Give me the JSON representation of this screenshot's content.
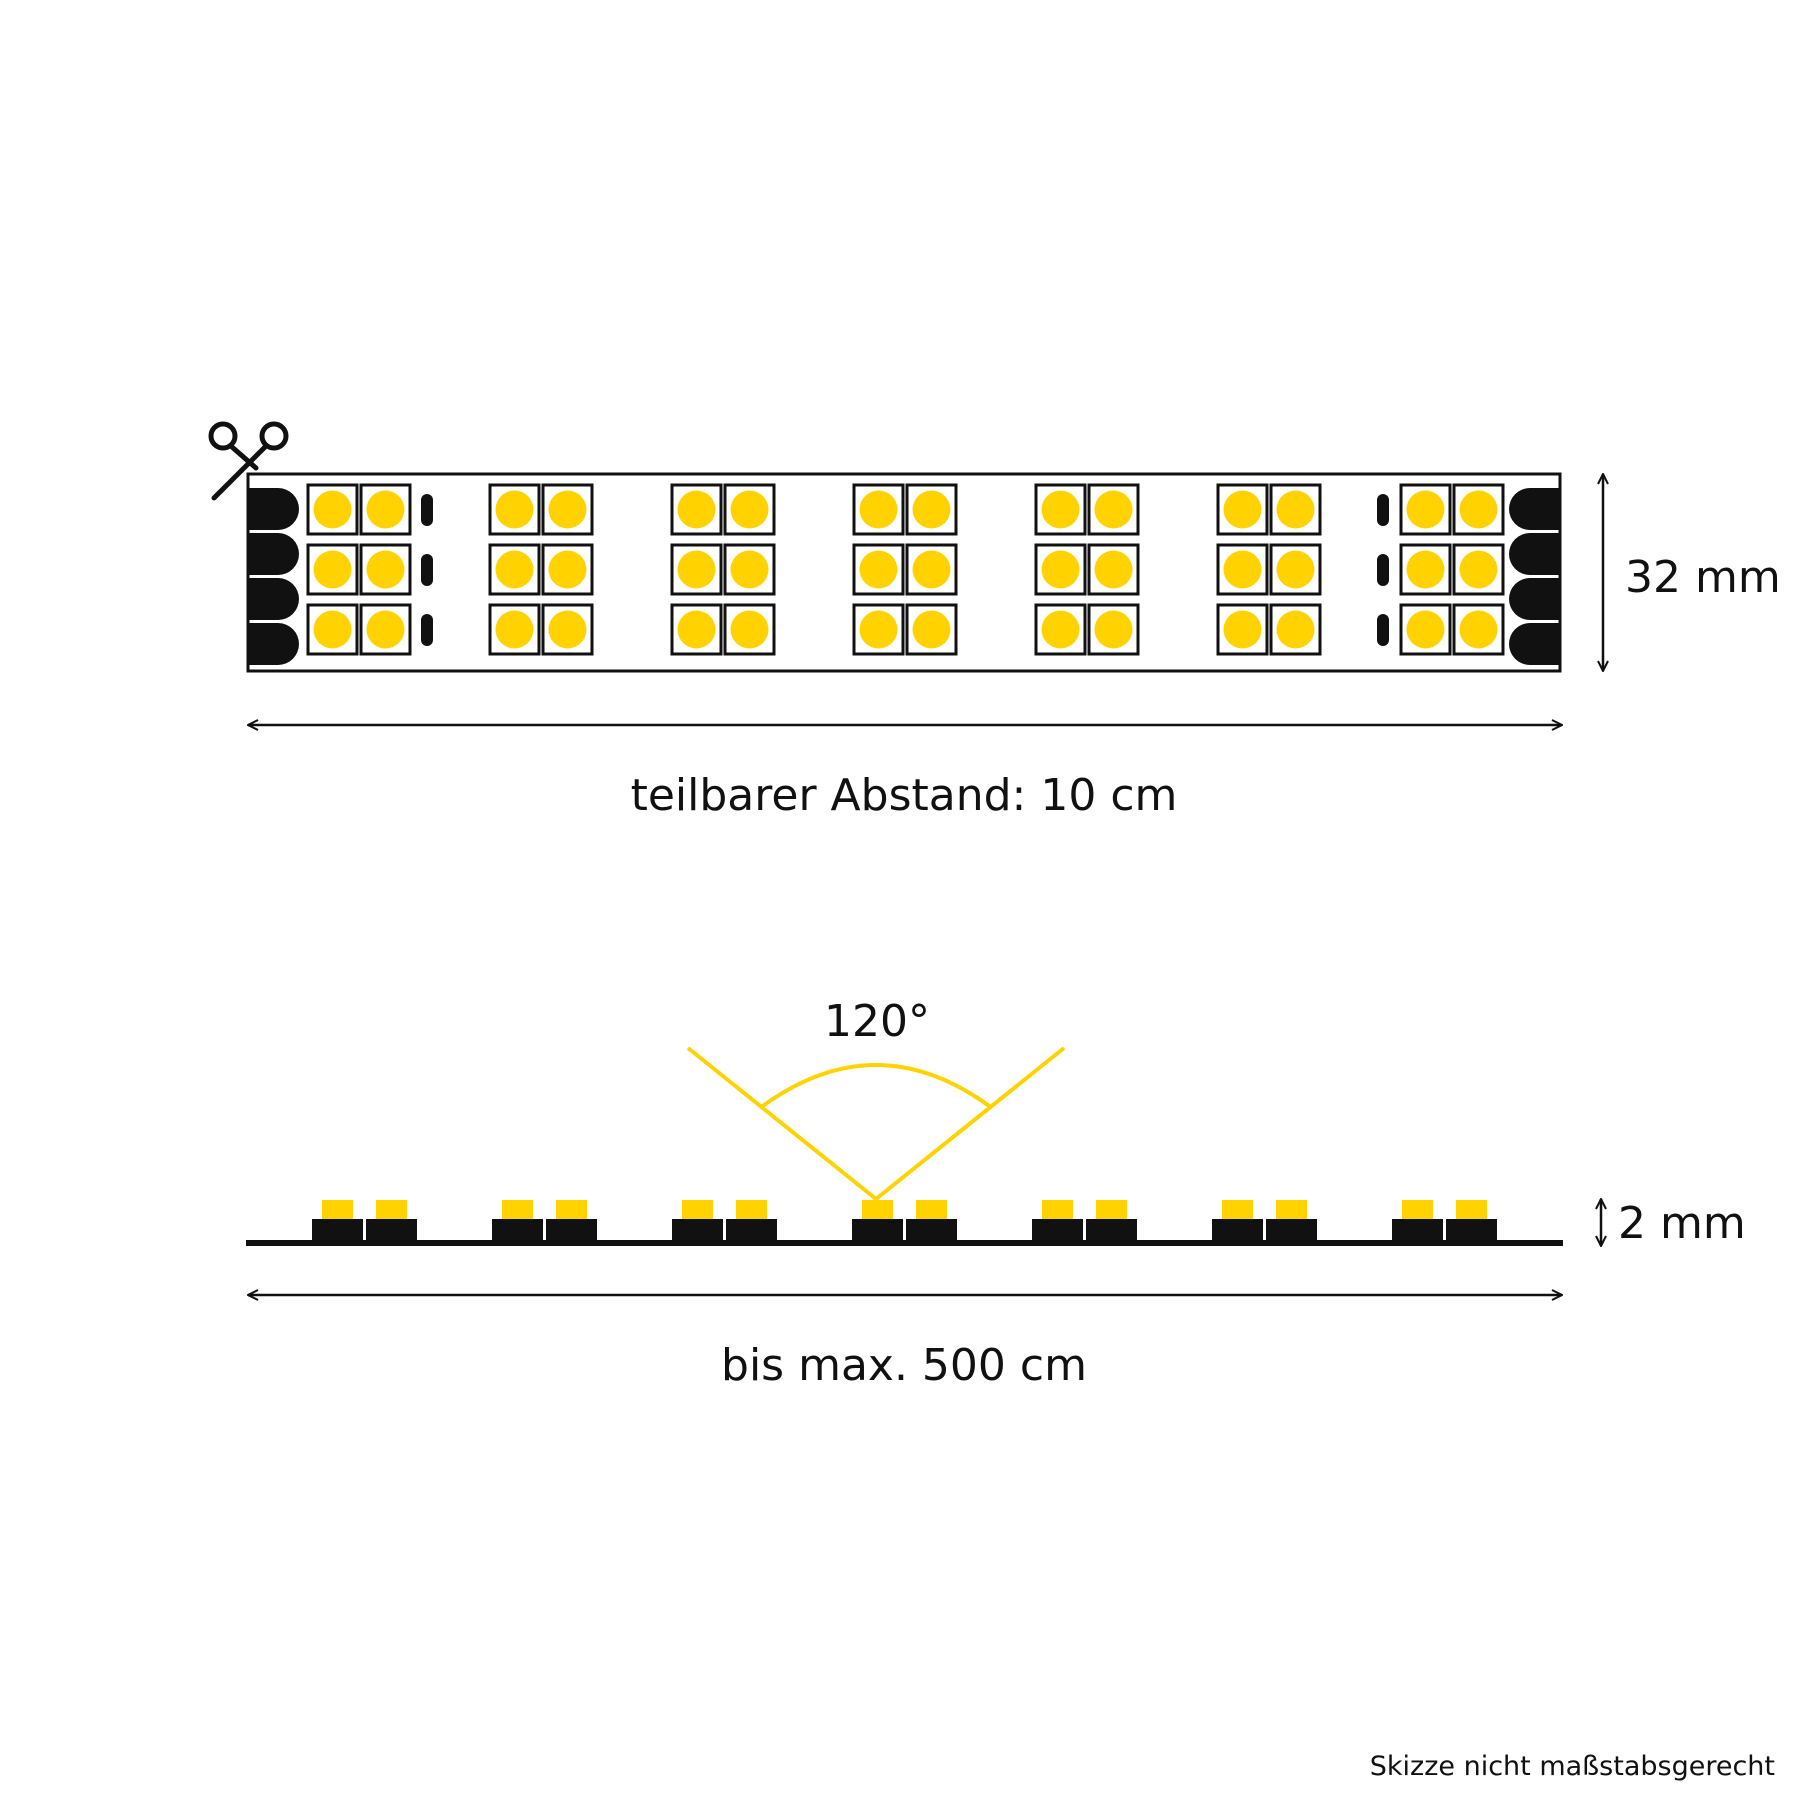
{
  "top_view": {
    "width_label": "32 mm",
    "cut_label": "teilbarer Abstand: 10 cm",
    "icon": "scissors-icon",
    "led_groups": 7,
    "rows": 3,
    "leds_per_row": 2
  },
  "side_view": {
    "angle_label": "120°",
    "height_label": "2 mm",
    "length_label": "bis max. 500 cm",
    "led_groups": 7
  },
  "footnote": "Skizze nicht maßstabsgerecht",
  "colors": {
    "led": "#FFD200",
    "outline": "#111111",
    "beam": "#FFD200",
    "background": "#FFFFFF"
  }
}
